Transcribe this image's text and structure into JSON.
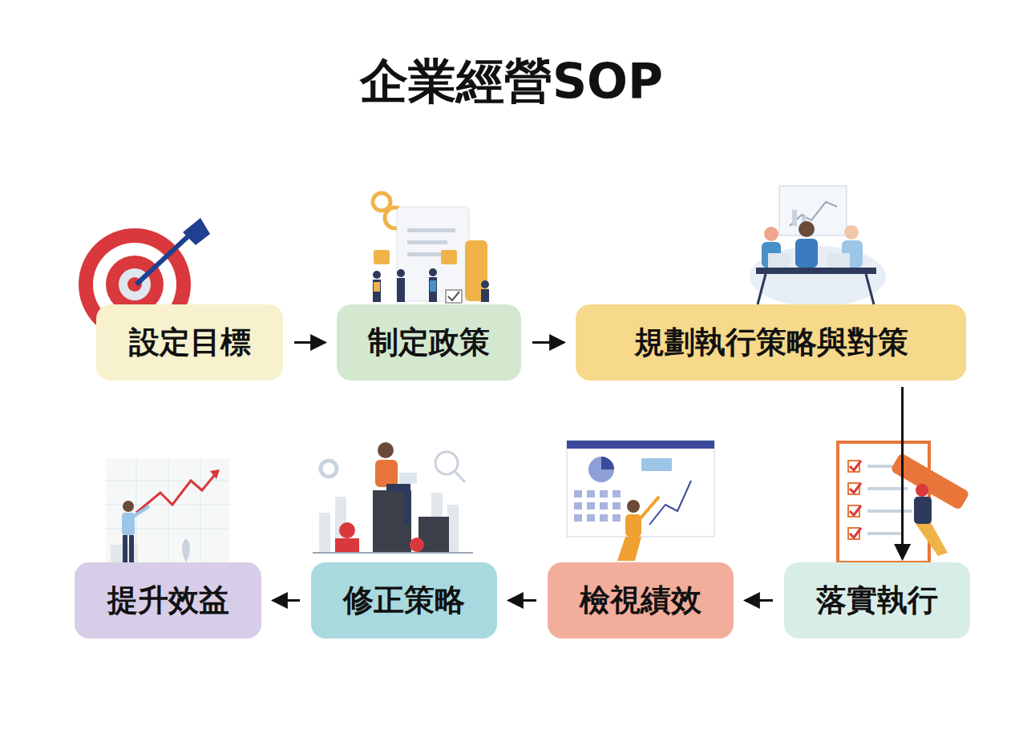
{
  "diagram": {
    "title": "企業經營SOP",
    "nodes": [
      {
        "text": [
          "設定目標"
        ]
      },
      {
        "text": [
          "制定政策"
        ]
      },
      {
        "text": [
          "規劃執行策略與對策"
        ]
      },
      {
        "text": [
          "落實執行"
        ]
      },
      {
        "text": [
          "檢視績效"
        ]
      },
      {
        "text": [
          "修正策略"
        ]
      },
      {
        "text": [
          "提升效益"
        ]
      }
    ],
    "edges": [
      {
        "from": 0,
        "to": 1,
        "arrow": "to"
      },
      {
        "from": 1,
        "to": 2,
        "arrow": "to"
      },
      {
        "from": 2,
        "to": 3,
        "arrow": "to"
      },
      {
        "from": 3,
        "to": 4,
        "arrow": "to"
      },
      {
        "from": 4,
        "to": 5,
        "arrow": "to"
      },
      {
        "from": 5,
        "to": 6,
        "arrow": "to"
      }
    ]
  }
}
